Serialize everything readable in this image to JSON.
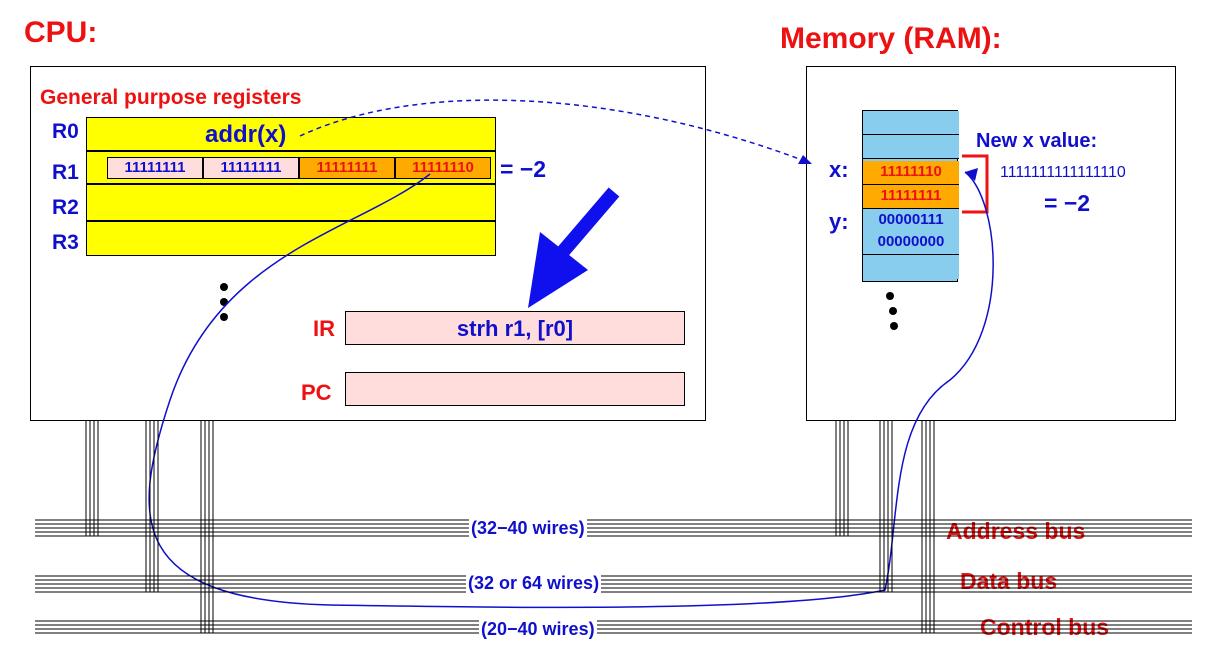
{
  "cpu": {
    "title": "CPU:",
    "gpr_title": "General purpose registers",
    "registers": [
      {
        "label": "R0",
        "value": "addr(x)"
      },
      {
        "label": "R1",
        "bytes": [
          "11111111",
          "11111111",
          "11111111",
          "11111110"
        ],
        "equals": "= −2"
      },
      {
        "label": "R2"
      },
      {
        "label": "R3"
      }
    ],
    "ir": {
      "label": "IR",
      "value": "strh  r1, [r0]"
    },
    "pc": {
      "label": "PC",
      "value": ""
    }
  },
  "memory": {
    "title": "Memory (RAM):",
    "labels": {
      "x": "x:",
      "y": "y:"
    },
    "cells": [
      "",
      "",
      "11111110",
      "11111111",
      "00000111",
      "00000000",
      ""
    ],
    "new_value": {
      "title": "New x value:",
      "bits": "1111111111111110",
      "equals": "= −2"
    }
  },
  "buses": [
    {
      "name": "Address bus",
      "wires": "(32−40 wires)"
    },
    {
      "name": "Data bus",
      "wires": "(32 or 64 wires)"
    },
    {
      "name": "Control bus",
      "wires": "(20−40 wires)"
    }
  ],
  "colors": {
    "red": "#ee1111",
    "blue": "#1010cc",
    "yellow": "#ffff00",
    "orange": "#ffaa00",
    "pink": "#ffdddd",
    "lightblue": "#88ccee"
  }
}
